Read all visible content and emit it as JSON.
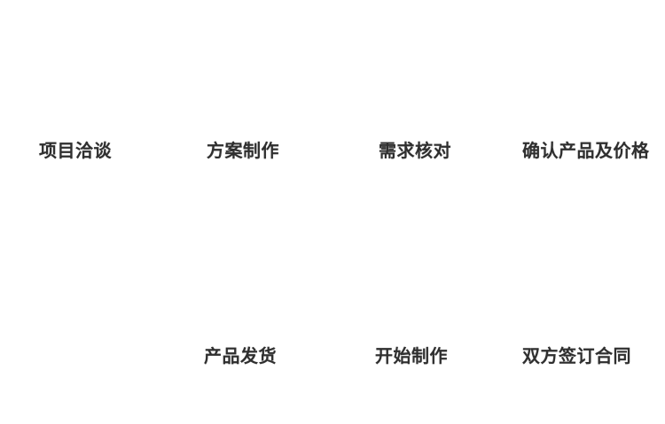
{
  "diagram": {
    "type": "workflow",
    "background_color": "#ffffff",
    "text_color": "#2f2f2f",
    "steps": [
      {
        "order": 1,
        "row": "top",
        "label": "项目洽谈"
      },
      {
        "order": 2,
        "row": "top",
        "label": "方案制作"
      },
      {
        "order": 3,
        "row": "top",
        "label": "需求核对"
      },
      {
        "order": 4,
        "row": "top",
        "label": "确认产品及价格"
      },
      {
        "order": 5,
        "row": "bottom",
        "label": "双方签订合同"
      },
      {
        "order": 6,
        "row": "bottom",
        "label": "开始制作"
      },
      {
        "order": 7,
        "row": "bottom",
        "label": "产品发货"
      }
    ]
  }
}
